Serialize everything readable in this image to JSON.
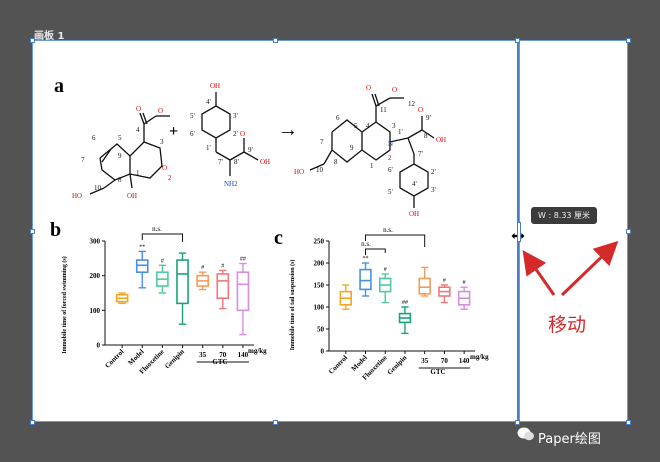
{
  "tab": {
    "label": "画板 1"
  },
  "tooltip": {
    "text": "W : 8.33 厘米"
  },
  "annotation": {
    "move_text": "移动",
    "arrow_color": "#d52a2a"
  },
  "watermark": {
    "text": "Paper绘图"
  },
  "figure": {
    "panel_a": {
      "label": "a",
      "plus": "+",
      "arrow": "→",
      "mol1_atoms": [
        "O",
        "O",
        "4",
        "5",
        "3",
        "6",
        "7",
        "9",
        "1",
        "O",
        "2",
        "8",
        "10",
        "HO",
        "OH"
      ],
      "mol2_atoms": [
        "OH",
        "4'",
        "5'",
        "3'",
        "6'",
        "2'",
        "1'",
        "7'",
        "8'",
        "9'",
        "OH",
        "NH2",
        "O"
      ],
      "mol3_atoms": [
        "O",
        "O",
        "11",
        "12",
        "6",
        "5",
        "4",
        "3",
        "7",
        "8",
        "9",
        "1",
        "N",
        "2",
        "1'",
        "8'",
        "9'",
        "OH",
        "O",
        "7'",
        "6'",
        "2'",
        "5'",
        "3'",
        "4'",
        "OH",
        "HO",
        "10"
      ]
    },
    "panel_b": {
      "label": "b",
      "chart_data": {
        "type": "box",
        "ylabel": "Immobile time of forced swimming (s)",
        "ylim": [
          0,
          300
        ],
        "yticks": [
          0,
          100,
          200,
          300
        ],
        "categories": [
          "Control",
          "Model",
          "Fluoxetine",
          "Genipin",
          "35",
          "70",
          "140"
        ],
        "group_label": "GTC",
        "unit_label": "mg/kg",
        "significance": [
          "",
          "**",
          "#",
          "",
          "#",
          "#",
          "##"
        ],
        "bracket_label": "n.s.",
        "series": [
          {
            "category": "Control",
            "min": 120,
            "q1": 125,
            "median": 135,
            "q3": 145,
            "max": 150,
            "color": "#f5a623"
          },
          {
            "category": "Model",
            "min": 165,
            "q1": 210,
            "median": 230,
            "q3": 245,
            "max": 270,
            "color": "#4a90e2"
          },
          {
            "category": "Fluoxetine",
            "min": 150,
            "q1": 170,
            "median": 190,
            "q3": 210,
            "max": 230,
            "color": "#50c8a0"
          },
          {
            "category": "Genipin",
            "min": 60,
            "q1": 120,
            "median": 205,
            "q3": 245,
            "max": 265,
            "color": "#1aa37a"
          },
          {
            "category": "35",
            "min": 160,
            "q1": 170,
            "median": 185,
            "q3": 200,
            "max": 210,
            "color": "#f59b5a"
          },
          {
            "category": "70",
            "min": 105,
            "q1": 135,
            "median": 185,
            "q3": 205,
            "max": 215,
            "color": "#f07878"
          },
          {
            "category": "140",
            "min": 30,
            "q1": 100,
            "median": 175,
            "q3": 210,
            "max": 235,
            "color": "#d68ee0"
          }
        ]
      }
    },
    "panel_c": {
      "label": "c",
      "chart_data": {
        "type": "box",
        "ylabel": "Immobile time of tail suspension (s)",
        "ylim": [
          0,
          250
        ],
        "yticks": [
          0,
          50,
          100,
          150,
          200,
          250
        ],
        "categories": [
          "Control",
          "Model",
          "Fluoxetine",
          "Genipin",
          "35",
          "70",
          "140"
        ],
        "group_label": "GTC",
        "unit_label": "mg/kg",
        "significance": [
          "",
          "**",
          "#",
          "##",
          "",
          "#",
          "#"
        ],
        "bracket_label": "n.s.",
        "series": [
          {
            "category": "Control",
            "min": 95,
            "q1": 105,
            "median": 120,
            "q3": 135,
            "max": 150,
            "color": "#f5a623"
          },
          {
            "category": "Model",
            "min": 125,
            "q1": 140,
            "median": 160,
            "q3": 185,
            "max": 200,
            "color": "#4a90e2"
          },
          {
            "category": "Fluoxetine",
            "min": 110,
            "q1": 135,
            "median": 150,
            "q3": 165,
            "max": 175,
            "color": "#50c8a0"
          },
          {
            "category": "Genipin",
            "min": 40,
            "q1": 65,
            "median": 75,
            "q3": 85,
            "max": 100,
            "color": "#1aa37a"
          },
          {
            "category": "35",
            "min": 125,
            "q1": 130,
            "median": 145,
            "q3": 165,
            "max": 190,
            "color": "#f59b5a"
          },
          {
            "category": "70",
            "min": 110,
            "q1": 125,
            "median": 135,
            "q3": 145,
            "max": 150,
            "color": "#f07878"
          },
          {
            "category": "140",
            "min": 95,
            "q1": 105,
            "median": 120,
            "q3": 135,
            "max": 145,
            "color": "#d68ee0"
          }
        ]
      }
    }
  }
}
